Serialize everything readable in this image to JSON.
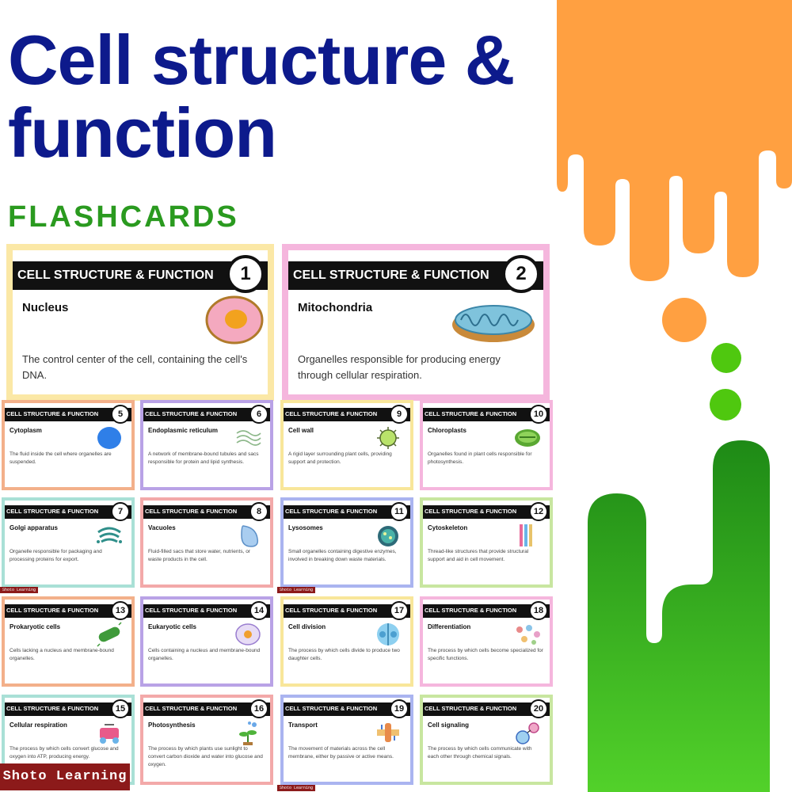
{
  "title_line1": "Cell structure &",
  "title_line2": "function",
  "subtitle": "FLASHCARDS",
  "colors": {
    "title": "#0d1a8c",
    "subtitle": "#2a9a1f",
    "orange": "#ffa041",
    "green": "#2ea81c",
    "card_bar": "#111111",
    "watermark": "#8c1a1a"
  },
  "featured": [
    {
      "header": "CELL STRUCTURE & FUNCTION",
      "number": "1",
      "term": "Nucleus",
      "definition": "The control center of the cell, containing the cell's DNA.",
      "border": "#fbe8a6",
      "icon": "nucleus-cell-icon"
    },
    {
      "header": "CELL STRUCTURE & FUNCTION",
      "number": "2",
      "term": "Mitochondria",
      "definition": "Organelles responsible for producing energy through cellular respiration.",
      "border": "#f5b6dd",
      "icon": "mitochondria-icon"
    }
  ],
  "cards": [
    {
      "header": "CELL STRUCTURE & FUNCTION",
      "number": "5",
      "term": "Cytoplasm",
      "definition": "The fluid inside the cell where organelles are suspended.",
      "border": "#f3b08a",
      "icon": "cytoplasm-icon"
    },
    {
      "header": "CELL STRUCTURE & FUNCTION",
      "number": "6",
      "term": "Endoplasmic reticulum",
      "definition": "A network of membrane-bound tubules and sacs responsible for protein and lipid synthesis.",
      "border": "#b9a2e6",
      "icon": "er-icon"
    },
    {
      "header": "CELL STRUCTURE & FUNCTION",
      "number": "9",
      "term": "Cell wall",
      "definition": "A rigid layer surrounding plant cells, providing support and protection.",
      "border": "#f8e69a",
      "icon": "cell-wall-icon"
    },
    {
      "header": "CELL STRUCTURE & FUNCTION",
      "number": "10",
      "term": "Chloroplasts",
      "definition": "Organelles found in plant cells responsible for photosynthesis.",
      "border": "#f5b6dd",
      "icon": "chloroplast-icon"
    },
    {
      "header": "CELL STRUCTURE & FUNCTION",
      "number": "7",
      "term": "Golgi apparatus",
      "definition": "Organelle responsible for packaging and processing proteins for export.",
      "border": "#a9e0d6",
      "icon": "golgi-icon"
    },
    {
      "header": "CELL STRUCTURE & FUNCTION",
      "number": "8",
      "term": "Vacuoles",
      "definition": "Fluid-filled sacs that store water, nutrients, or waste products in the cell.",
      "border": "#f3a9a9",
      "icon": "vacuole-icon"
    },
    {
      "header": "CELL STRUCTURE & FUNCTION",
      "number": "11",
      "term": "Lysosomes",
      "definition": "Small organelles containing digestive enzymes, involved in breaking down waste materials.",
      "border": "#aab4f0",
      "icon": "lysosome-icon"
    },
    {
      "header": "CELL STRUCTURE & FUNCTION",
      "number": "12",
      "term": "Cytoskeleton",
      "definition": "Thread-like structures that provide structural support and aid in cell movement.",
      "border": "#c8e6a0",
      "icon": "cytoskeleton-icon"
    },
    {
      "header": "CELL STRUCTURE & FUNCTION",
      "number": "13",
      "term": "Prokaryotic cells",
      "definition": "Cells lacking a nucleus and membrane-bound organelles.",
      "border": "#f3b08a",
      "icon": "bacteria-icon"
    },
    {
      "header": "CELL STRUCTURE & FUNCTION",
      "number": "14",
      "term": "Eukaryotic cells",
      "definition": "Cells containing a nucleus and membrane-bound organelles.",
      "border": "#b9a2e6",
      "icon": "eukaryotic-cell-icon"
    },
    {
      "header": "CELL STRUCTURE & FUNCTION",
      "number": "17",
      "term": "Cell division",
      "definition": "The process by which cells divide to produce two daughter cells.",
      "border": "#f8e69a",
      "icon": "cell-division-icon"
    },
    {
      "header": "CELL STRUCTURE & FUNCTION",
      "number": "18",
      "term": "Differentiation",
      "definition": "The process by which cells become specialized for specific functions.",
      "border": "#f5b6dd",
      "icon": "differentiation-icon"
    },
    {
      "header": "CELL STRUCTURE & FUNCTION",
      "number": "15",
      "term": "Cellular respiration",
      "definition": "The process by which cells convert glucose and oxygen into ATP, producing energy.",
      "border": "#a9e0d6",
      "icon": "respiration-icon"
    },
    {
      "header": "CELL STRUCTURE & FUNCTION",
      "number": "16",
      "term": "Photosynthesis",
      "definition": "The process by which plants use sunlight to convert carbon dioxide and water into glucose and oxygen.",
      "border": "#f3a9a9",
      "icon": "photosynthesis-icon"
    },
    {
      "header": "CELL STRUCTURE & FUNCTION",
      "number": "19",
      "term": "Transport",
      "definition": "The movement of materials across the cell membrane, either by passive or active means.",
      "border": "#aab4f0",
      "icon": "transport-icon"
    },
    {
      "header": "CELL STRUCTURE & FUNCTION",
      "number": "20",
      "term": "Cell signaling",
      "definition": "The process by which cells communicate with each other through chemical signals.",
      "border": "#c8e6a0",
      "icon": "cell-signaling-icon"
    }
  ],
  "watermark": "Shoto Learning"
}
